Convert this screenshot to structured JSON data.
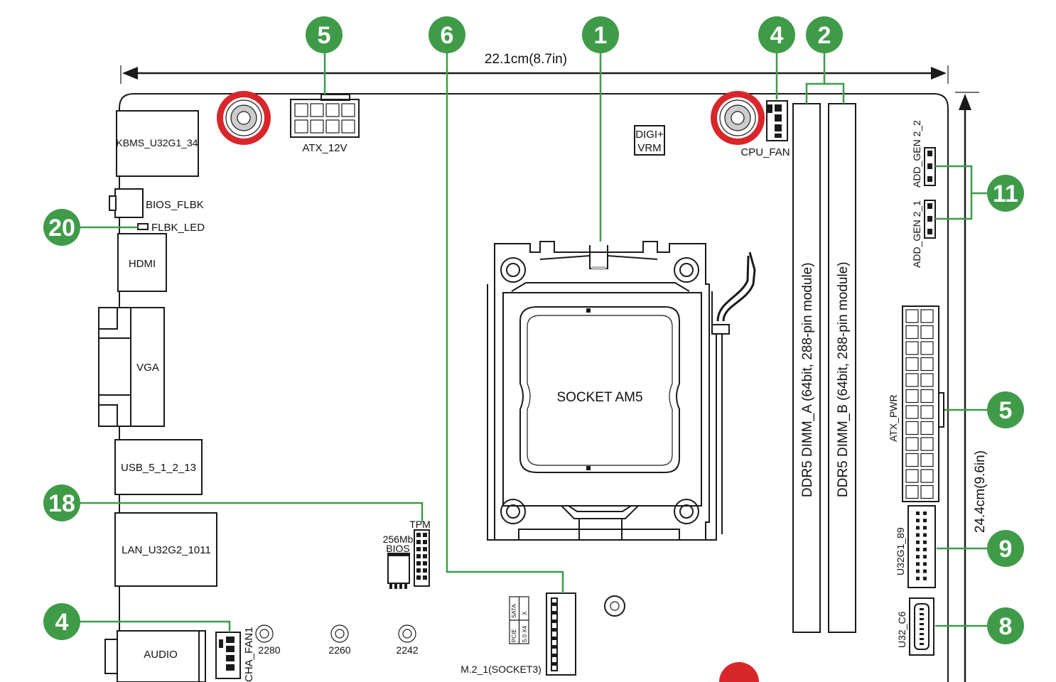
{
  "dimensions": {
    "width_label": "22.1cm(8.7in)",
    "height_label": "24.4cm(9.6in)"
  },
  "colors": {
    "callout_green": "#3f9b48",
    "mount_red": "#d9262b",
    "line": "#1a1a1a"
  },
  "components": {
    "atx_12v": "ATX_12V",
    "cpu_fan": "CPU_FAN",
    "digi_vrm_1": "DIGI+",
    "digi_vrm_2": "VRM",
    "kbms": "KBMS_U32G1_34",
    "bios_flbk": "BIOS_FLBK",
    "flbk_led": "FLBK_LED",
    "hdmi": "HDMI",
    "vga": "VGA",
    "usb": "USB_5_1_2_13",
    "lan": "LAN_U32G2_1011",
    "audio": "AUDIO",
    "cha_fan": "CHA_FAN1",
    "socket": "SOCKET AM5",
    "dimm_a": "DDR5 DIMM_A (64bit, 288-pin module)",
    "dimm_b": "DDR5 DIMM_B (64bit, 288-pin module)",
    "add_gen_2_2": "ADD_GEN 2_2",
    "add_gen_2_1": "ADD_GEN 2_1",
    "atx_pwr": "ATX_PWR",
    "u32g1_89": "U32G1_89",
    "u32_c6": "U32_C6",
    "tpm": "TPM",
    "bios_chip_1": "256Mb",
    "bios_chip_2": "BIOS",
    "m2": "M.2_1(SOCKET3)",
    "m2_table": {
      "pcie": "PCIE",
      "gen": "5.0 X4",
      "sata": "SATA",
      "x": "X"
    },
    "standoff_2280": "2280",
    "standoff_2260": "2260",
    "standoff_2242": "2242"
  },
  "callouts": {
    "c_atx12v": "5",
    "c_m2": "6",
    "c_socket": "1",
    "c_cpufan": "4",
    "c_dimm": "2",
    "c_addgen": "11",
    "c_atxpwr": "5",
    "c_usb9": "9",
    "c_usbc": "8",
    "c_flbkled": "20",
    "c_tpm": "18",
    "c_chafan": "4"
  }
}
